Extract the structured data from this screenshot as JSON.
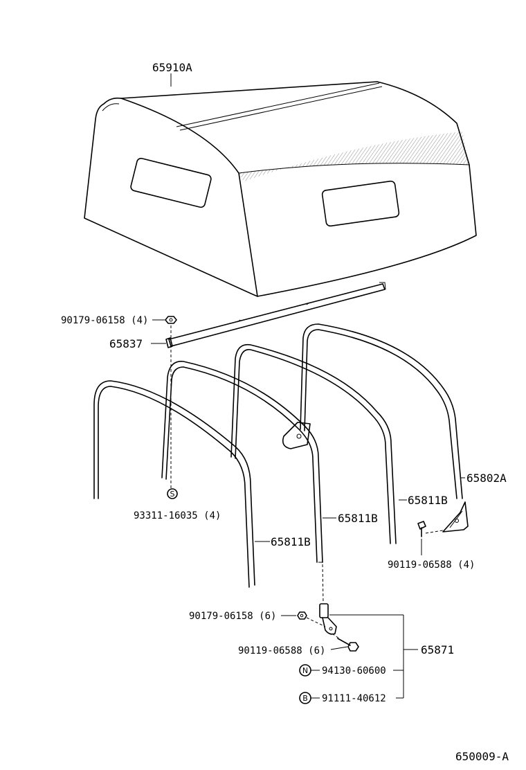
{
  "labels": {
    "canopy": "65910A",
    "nut_top": "90179-06158 (4)",
    "rail": "65837",
    "clip_s": "93311-16035 (4)",
    "bow_left": "65811B",
    "bow_mid": "65811B",
    "bow_right": "65811B",
    "bow_rear": "65802A",
    "bolt_right": "90119-06588 (4)",
    "nut_bottom": "90179-06158 (6)",
    "bolt_bottom": "90119-06588 (6)",
    "bracket_assy": "65871",
    "nut_n": "94130-60600",
    "bolt_b": "91111-40612",
    "diagram_code": "650009-A"
  },
  "symbols": {
    "s_mark": "S",
    "n_mark": "N",
    "b_mark": "B"
  }
}
